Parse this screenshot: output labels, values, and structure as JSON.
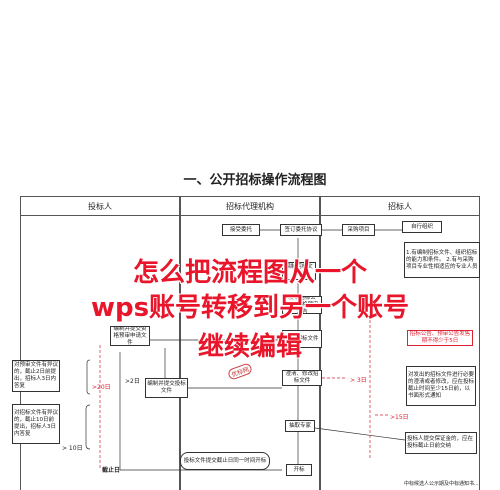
{
  "diagram": {
    "title": "一、公开招标操作流程图",
    "lanes": [
      "投标人",
      "招标代理机构",
      "招标人"
    ],
    "boxes": {
      "accept_entrust": "接受委托",
      "sign_agreement": "签订委托协议",
      "purchase_project": "采购项目",
      "self_organize": "自行组织",
      "prepare_docs": "1.有编制招标文件、组织招标的能力和条件。\n2.有与采购项目专业性相适应的专业人员",
      "compile_bid_docs": "编制招标文件",
      "issue_notice": "发布招标公告，资格预审公告",
      "issue_bid_docs": "发售招标文件",
      "submit_prequal": "编制并提交资格预审申请文件",
      "bidder_prepare": "编制并提交投标文件",
      "clarify_docs": "澄清、修改招标文件",
      "review_docs": "对发出的招标文件进行必要的澄清或者修改，应在投标截止时间至少15日前，以书面形式通知",
      "form_committee": "抽取专家",
      "bid_deposit": "投标人提交保证金的，应在投标截止日前交纳",
      "open_bid": "开标",
      "deadline_doc": "投标文件提交截止日同一时间开标",
      "objection1": "对预审文件有异议的，截止2日前提出，招标人3日内答复",
      "objection2": "对招标文件有异议的，截止10日前提出，招标人3日内答复",
      "notice_period": "招标公告、预审公告发售期不得少于5日"
    },
    "labels": {
      "d20": ">20日",
      "d2": ">2日",
      "d3": "> 3日",
      "d15": ">15日",
      "d10": "> 10日",
      "deadline": "截止日",
      "bottom": "中标候选人公示期及中标通知书..."
    },
    "stamp": "优标网",
    "overlay": [
      "怎么把流程图从一个",
      "wps账号转移到另一个账号",
      "继续编辑"
    ],
    "colors": {
      "overlay": "#e8152b",
      "accent_red": "#d22233"
    }
  }
}
